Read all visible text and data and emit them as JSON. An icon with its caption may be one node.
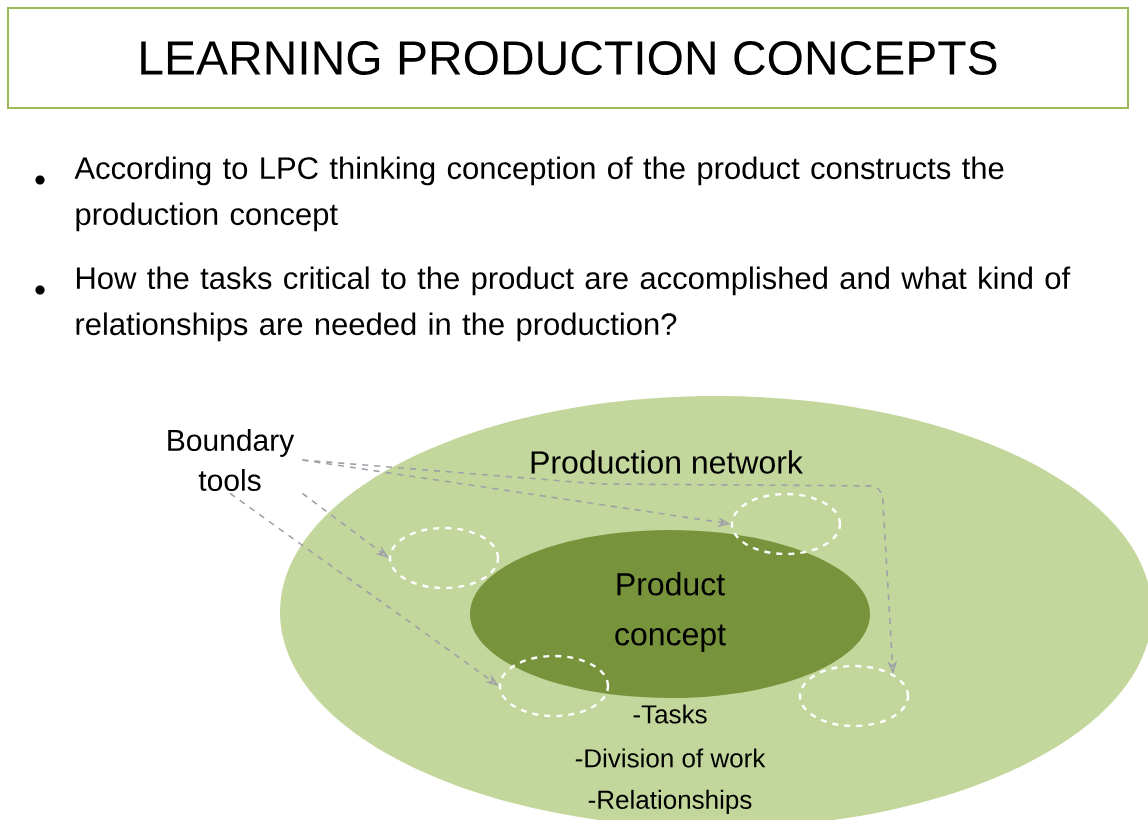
{
  "diagram": {
    "title": "LEARNING PRODUCTION CONCEPTS",
    "nodes": [
      {
        "text": [
          "Production network",
          "-Tasks",
          "-Division of work",
          "-Relationships"
        ]
      },
      {
        "text": [
          "Product concept"
        ],
        "in": 0
      },
      {
        "text": [
          "Boundary tools"
        ]
      },
      {
        "text": [],
        "shape": "circle",
        "in": 0
      },
      {
        "text": [],
        "shape": "circle",
        "in": 0
      },
      {
        "text": [],
        "shape": "circle",
        "in": 0
      },
      {
        "text": [],
        "shape": "circle",
        "in": 0
      }
    ],
    "edges": [
      {
        "from": 2,
        "to": 3,
        "arrow": "to",
        "style": "dashed"
      },
      {
        "from": 2,
        "to": 4,
        "arrow": "to",
        "style": "dashed"
      },
      {
        "from": 2,
        "to": 5,
        "arrow": "to",
        "style": "dashed"
      },
      {
        "from": 2,
        "to": 6,
        "arrow": "to",
        "style": "dashed"
      }
    ],
    "labels": [
      "According to LPC thinking conception of the product constructs the production concept",
      "How the tasks critical to the product are accomplished and what kind of relationships are needed in the production?"
    ]
  }
}
